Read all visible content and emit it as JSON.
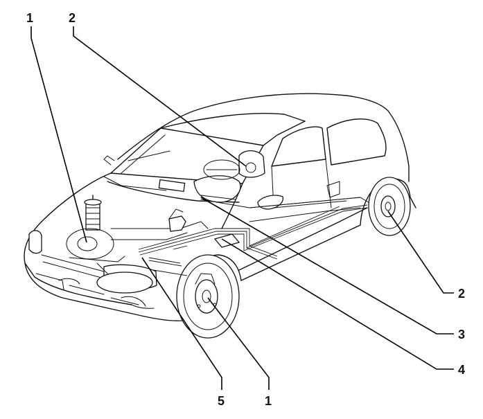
{
  "callouts": [
    {
      "id": "c1a",
      "label": "1"
    },
    {
      "id": "c2a",
      "label": "2"
    },
    {
      "id": "c2b",
      "label": "2"
    },
    {
      "id": "c3",
      "label": "3"
    },
    {
      "id": "c4",
      "label": "4"
    },
    {
      "id": "c5",
      "label": "5"
    },
    {
      "id": "c1b",
      "label": "1"
    }
  ]
}
